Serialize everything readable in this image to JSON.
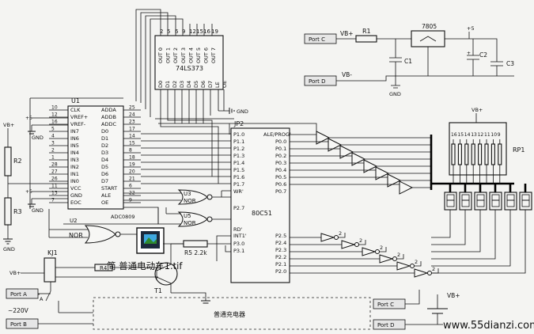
{
  "chips": {
    "u1": {
      "ref": "U1",
      "part": "ADC0809",
      "left_pins": [
        {
          "num": "10",
          "name": "CLK"
        },
        {
          "num": "12",
          "name": "VREF+"
        },
        {
          "num": "16",
          "name": "VREF-"
        },
        {
          "num": "5",
          "name": "IN7"
        },
        {
          "num": "4",
          "name": "IN6"
        },
        {
          "num": "3",
          "name": "IN5"
        },
        {
          "num": "2",
          "name": "IN4"
        },
        {
          "num": "1",
          "name": "IN3"
        },
        {
          "num": "28",
          "name": "IN2"
        },
        {
          "num": "27",
          "name": "IN1"
        },
        {
          "num": "26",
          "name": "IN0"
        },
        {
          "num": "11",
          "name": "VCC"
        },
        {
          "num": "13",
          "name": "GND"
        },
        {
          "num": "7",
          "name": "EOC"
        }
      ],
      "right_pins": [
        {
          "num": "25",
          "name": "ADDA"
        },
        {
          "num": "24",
          "name": "ADDB"
        },
        {
          "num": "23",
          "name": "ADDC"
        },
        {
          "num": "17",
          "name": "D0"
        },
        {
          "num": "14",
          "name": "D1"
        },
        {
          "num": "15",
          "name": "D2"
        },
        {
          "num": "8",
          "name": "D3"
        },
        {
          "num": "18",
          "name": "D4"
        },
        {
          "num": "19",
          "name": "D5"
        },
        {
          "num": "20",
          "name": "D6"
        },
        {
          "num": "21",
          "name": "D7"
        },
        {
          "num": "6",
          "name": "START"
        },
        {
          "num": "22",
          "name": "ALE"
        },
        {
          "num": "9",
          "name": "OE"
        }
      ]
    },
    "latch": {
      "part": "74LS373",
      "top_pins": [
        "2",
        "5",
        "6",
        "9",
        "12",
        "15",
        "16",
        "19"
      ],
      "outputs": [
        "OUT 0",
        "OUT 1",
        "OUT 2",
        "OUT 3",
        "OUT 4",
        "OUT 5",
        "OUT 6",
        "OUT 7"
      ],
      "inputs": [
        "D0",
        "D1",
        "D2",
        "D3",
        "D4",
        "D5",
        "D6",
        "D7",
        "LE",
        "OE"
      ],
      "gnd": "GND"
    },
    "mcu": {
      "ref": "JP2",
      "part": "80C51",
      "left_pins": [
        "P1.0",
        "P1.1",
        "P1.2",
        "P1.3",
        "P1.4",
        "P1.5",
        "P1.6",
        "P1.7",
        "WR'",
        "P2.7",
        "RD'",
        "INT1'",
        "P3.0",
        "P3.1"
      ],
      "right_pins": [
        "ALE/PROG'",
        "P0.0",
        "P0.1",
        "P0.2",
        "P0.3",
        "P0.4",
        "P0.5",
        "P0.6",
        "P0.7",
        "P2.5",
        "P2.4",
        "P2.3",
        "P2.2",
        "P2.1",
        "P2.0"
      ]
    }
  },
  "gates": {
    "u2": "U2",
    "u3": "U3",
    "u5": "U5",
    "nor": "NOR",
    "port_num": "2"
  },
  "regulator": {
    "ref": "7805",
    "c1": "C1",
    "c2": "C2",
    "c3": "C3",
    "r1": "R1",
    "plus": "+5"
  },
  "ports": {
    "c": "Port C",
    "d": "Port D",
    "a": "Port A",
    "b": "Port B",
    "c2": "Port C",
    "d2": "Port D",
    "vbplus": "VB+",
    "vbminus": "VB-"
  },
  "misc": {
    "vb_left": "VB+",
    "vb_rp1": "VB+",
    "vb_bottom": "VB+",
    "vb_kj": "VB+",
    "plus5a": "+5",
    "plus5b": "+5",
    "gnd_labels": [
      "GND",
      "GND",
      "GND",
      "GND",
      "GND"
    ],
    "r2": "R2",
    "r3": "R3",
    "r4": "R4",
    "r5": "R5 2.2k",
    "t1": "T1",
    "kj1": "KJ1",
    "rp1": "RP1",
    "ac": "~220V",
    "charger": "普通充电器",
    "overlay": "简 普通电动车1.tif",
    "rp1_pins": [
      "16",
      "15",
      "14",
      "13",
      "12",
      "11",
      "10",
      "9"
    ],
    "watermark": "www.55dianzi.com"
  }
}
